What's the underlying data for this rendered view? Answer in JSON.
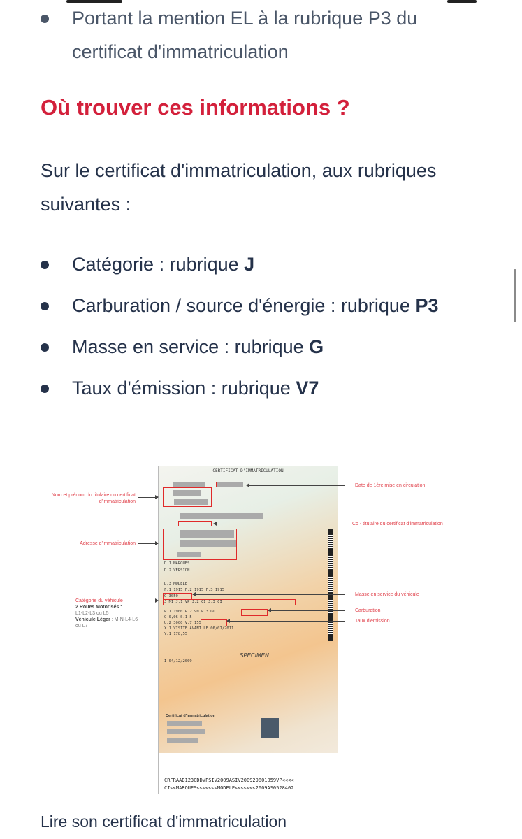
{
  "intro_bullet": {
    "text": "Portant la mention EL à la rubrique P3 du certificat d'immatriculation"
  },
  "heading": "Où trouver ces informations ?",
  "paragraph": "Sur le certificat d'immatriculation, aux rubriques suivantes :",
  "items": [
    {
      "label": "Catégorie : rubrique ",
      "code": "J"
    },
    {
      "label": "Carburation / source d'énergie : rubrique ",
      "code": "P3"
    },
    {
      "label": "Masse en service : rubrique ",
      "code": "G"
    },
    {
      "label": "Taux d'émission : rubrique ",
      "code": "V7"
    }
  ],
  "figure": {
    "cert_title": "CERTIFICAT D'IMMATRICULATION",
    "specimen": "SPECIMEN",
    "cert_label": "Certificat d'immatriculation",
    "fields": [
      "D.1 MARQUES",
      "D.2 VERSION",
      "D.3 MODELE",
      "F.1 1915   F.2 1915   F.3 1915",
      "G 3050",
      "J  M1    J.1 VP    J.2 CI    J.3 CI",
      "P.1 1900  P.2 90   P.3 GO",
      "Q 0,06   S.1 5",
      "U.2 3000  V.7 155",
      "X.1 VISITE AVANT LE 06/07/2011",
      "Y.1 178,55",
      "I 04/12/2009"
    ],
    "mrz": [
      "CRFRAAB123CDDVFSIV2009ASIV200929801059VP<<<<",
      "CI<<MARQUES<<<<<<<MODELE<<<<<<<2009AS0528402"
    ],
    "annotations": {
      "nom": "Nom et prénom du titulaire du certificat d'immatriculation",
      "date": "Date de 1ère mise en circulation",
      "cotitulaire": "Co - titulaire du certificat d'immatriculation",
      "adresse": "Adresse d'immatriculation",
      "masse": "Masse en service du véhicule",
      "categorie": "Catégorie du véhicule",
      "deux_roues_label": "2 Roues Motorisés :",
      "deux_roues_value": "L1-L2-L3 ou L5",
      "vl_label": "Véhicule Léger",
      "vl_value": " : M-N-L4-L6 ou L7",
      "carburation": "Carburation",
      "taux": "Taux d'émission"
    }
  },
  "caption": "Lire son certificat d'immatriculation"
}
